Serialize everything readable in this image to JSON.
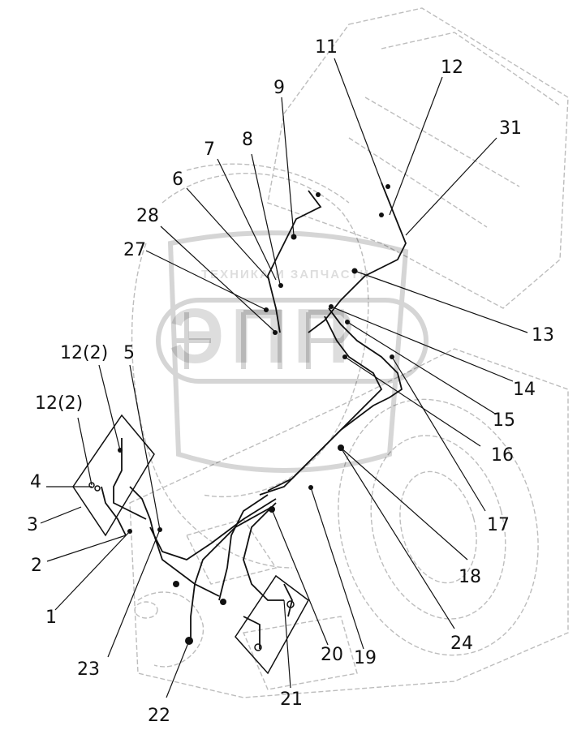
{
  "callouts": [
    {
      "id": "c11",
      "text": "11"
    },
    {
      "id": "c12",
      "text": "12"
    },
    {
      "id": "c31",
      "text": "31"
    },
    {
      "id": "c9",
      "text": "9"
    },
    {
      "id": "c8",
      "text": "8"
    },
    {
      "id": "c7",
      "text": "7"
    },
    {
      "id": "c6",
      "text": "6"
    },
    {
      "id": "c28",
      "text": "28"
    },
    {
      "id": "c27",
      "text": "27"
    },
    {
      "id": "c13",
      "text": "13"
    },
    {
      "id": "c14",
      "text": "14"
    },
    {
      "id": "c15",
      "text": "15"
    },
    {
      "id": "c16",
      "text": "16"
    },
    {
      "id": "c17",
      "text": "17"
    },
    {
      "id": "c18",
      "text": "18"
    },
    {
      "id": "c24",
      "text": "24"
    },
    {
      "id": "c19",
      "text": "19"
    },
    {
      "id": "c20",
      "text": "20"
    },
    {
      "id": "c21",
      "text": "21"
    },
    {
      "id": "c22",
      "text": "22"
    },
    {
      "id": "c23",
      "text": "23"
    },
    {
      "id": "c1",
      "text": "1"
    },
    {
      "id": "c2",
      "text": "2"
    },
    {
      "id": "c3",
      "text": "3"
    },
    {
      "id": "c4",
      "text": "4"
    },
    {
      "id": "c12b",
      "text": "12(2)"
    },
    {
      "id": "c12a",
      "text": "12(2)"
    },
    {
      "id": "c5",
      "text": "5"
    }
  ],
  "watermark": {
    "logo_text": "ЭПП",
    "banner_text": "ТЕХНИКА И ЗАПЧАСТИ"
  }
}
